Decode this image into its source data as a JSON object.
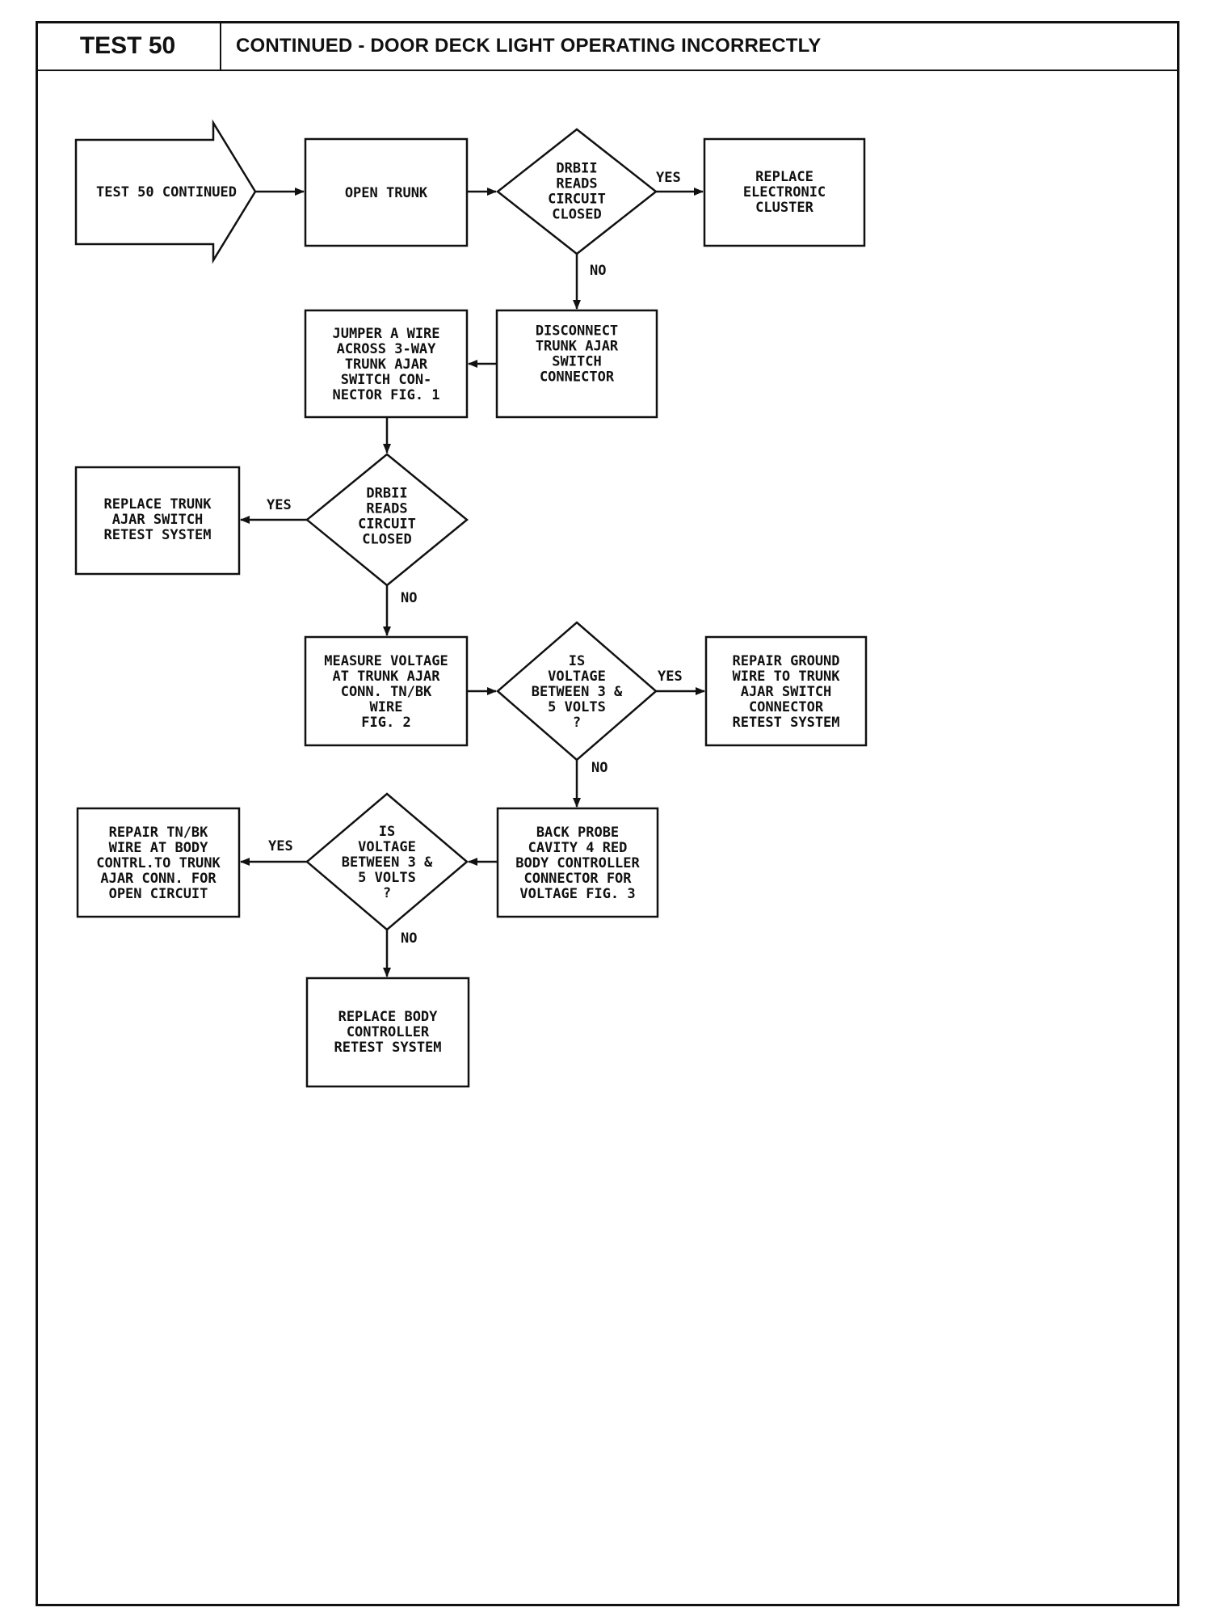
{
  "header": {
    "test_label": "TEST 50",
    "title": "CONTINUED - DOOR DECK LIGHT OPERATING INCORRECTLY"
  },
  "nodes": {
    "start": [
      "TEST 50 CONTINUED"
    ],
    "open_trunk": [
      "OPEN TRUNK"
    ],
    "d1": [
      "DRBII",
      "READS",
      "CIRCUIT",
      "CLOSED"
    ],
    "replace_cluster": [
      "REPLACE",
      "ELECTRONIC",
      "CLUSTER"
    ],
    "disconnect": [
      "DISCONNECT",
      "TRUNK AJAR",
      "SWITCH",
      "CONNECTOR"
    ],
    "jumper": [
      "JUMPER A WIRE",
      "ACROSS 3-WAY",
      "TRUNK AJAR",
      "SWITCH CON-",
      "NECTOR FIG. 1"
    ],
    "d2": [
      "DRBII",
      "READS",
      "CIRCUIT",
      "CLOSED"
    ],
    "replace_switch": [
      "REPLACE TRUNK",
      "AJAR SWITCH",
      "RETEST SYSTEM"
    ],
    "measure": [
      "MEASURE VOLTAGE",
      "AT TRUNK AJAR",
      "CONN. TN/BK",
      "WIRE",
      "FIG. 2"
    ],
    "d3": [
      "IS",
      "VOLTAGE",
      "BETWEEN 3 &",
      "5 VOLTS",
      "?"
    ],
    "repair_ground": [
      "REPAIR GROUND",
      "WIRE TO TRUNK",
      "AJAR SWITCH",
      "CONNECTOR",
      "RETEST SYSTEM"
    ],
    "back_probe": [
      "BACK PROBE",
      "CAVITY 4 RED",
      "BODY CONTROLLER",
      "CONNECTOR FOR",
      "VOLTAGE FIG. 3"
    ],
    "d4": [
      "IS",
      "VOLTAGE",
      "BETWEEN 3 &",
      "5 VOLTS",
      "?"
    ],
    "repair_tnbk": [
      "REPAIR TN/BK",
      "WIRE AT BODY",
      "CONTRL.TO TRUNK",
      "AJAR CONN. FOR",
      "OPEN CIRCUIT"
    ],
    "replace_body": [
      "REPLACE BODY",
      "CONTROLLER",
      "RETEST SYSTEM"
    ]
  },
  "edge_labels": {
    "yes": "YES",
    "no": "NO"
  }
}
